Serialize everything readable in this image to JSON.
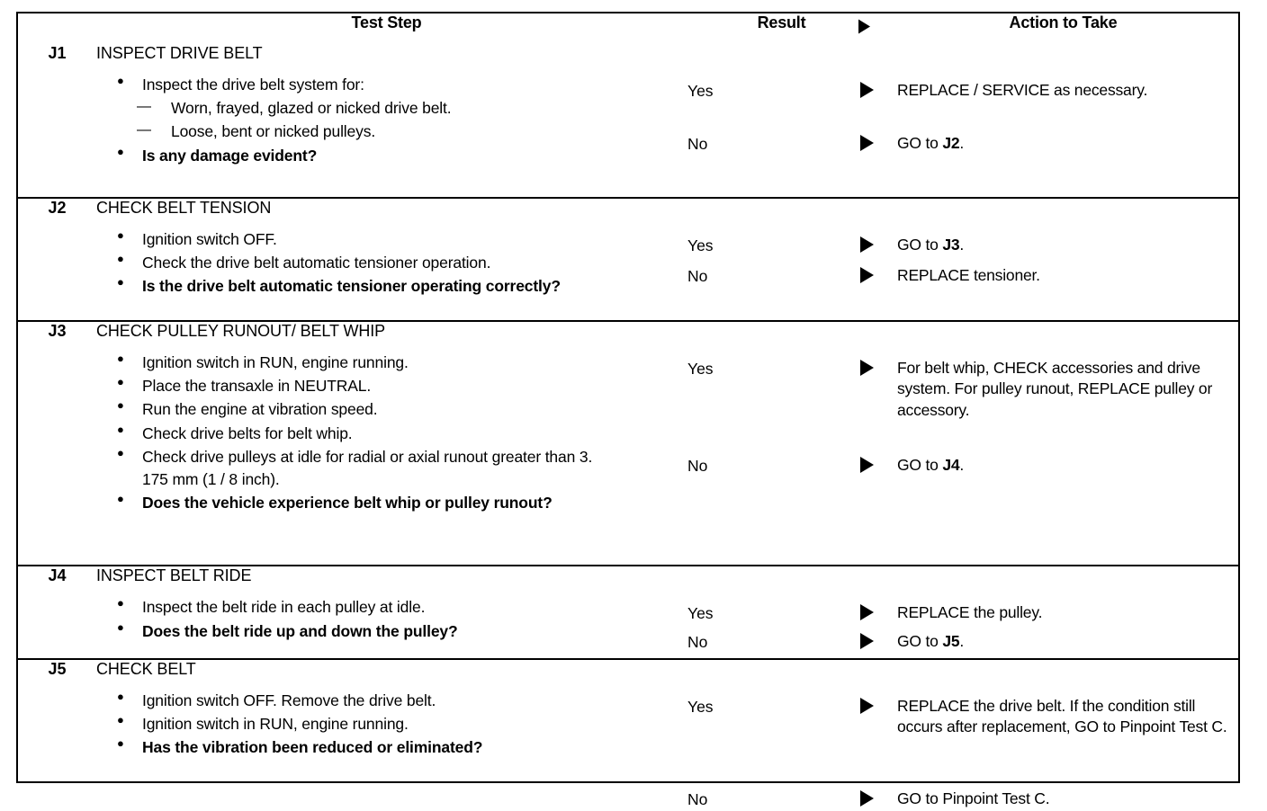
{
  "table": {
    "headers": {
      "test_step": "Test Step",
      "result": "Result",
      "action": "Action to Take",
      "result_arrow_icon": "right-triangle-icon"
    },
    "sections": [
      {
        "id": "J1",
        "title": "INSPECT DRIVE BELT",
        "bullets": [
          {
            "text": "Inspect the drive belt system for:",
            "style": "normal",
            "marker": "bullet"
          },
          {
            "text": "Worn, frayed, glazed or nicked drive belt.",
            "style": "normal",
            "marker": "dash"
          },
          {
            "text": "Loose, bent or nicked pulleys.",
            "style": "normal",
            "marker": "dash"
          },
          {
            "text": "Is any damage evident?",
            "style": "bold",
            "marker": "bullet"
          }
        ],
        "outcomes": [
          {
            "result": "Yes",
            "action": "REPLACE / SERVICE as necessary.",
            "action_bold_tail": ""
          },
          {
            "result": "No",
            "action_prefix": "GO to ",
            "action_bold": "J2",
            "action_suffix": "."
          }
        ]
      },
      {
        "id": "J2",
        "title": "CHECK BELT TENSION",
        "bullets": [
          {
            "text": "Ignition switch OFF.",
            "style": "normal",
            "marker": "bullet"
          },
          {
            "text": "Check the drive belt automatic tensioner operation.",
            "style": "normal",
            "marker": "bullet"
          },
          {
            "text": "Is the drive belt automatic tensioner operating correctly?",
            "style": "bold",
            "marker": "bullet"
          }
        ],
        "outcomes": [
          {
            "result": "Yes",
            "action_prefix": "GO to ",
            "action_bold": "J3",
            "action_suffix": "."
          },
          {
            "result": "No",
            "action": "REPLACE tensioner."
          }
        ]
      },
      {
        "id": "J3",
        "title": "CHECK PULLEY RUNOUT/ BELT WHIP",
        "bullets": [
          {
            "text": "Ignition switch in RUN, engine running.",
            "style": "normal",
            "marker": "bullet"
          },
          {
            "text": "Place the transaxle in NEUTRAL.",
            "style": "normal",
            "marker": "bullet"
          },
          {
            "text": "Run the engine at vibration speed.",
            "style": "normal",
            "marker": "bullet"
          },
          {
            "text": "Check drive belts for belt whip.",
            "style": "normal",
            "marker": "bullet"
          },
          {
            "text": "Check drive pulleys at idle for radial or axial runout greater than 3. 175 mm (1 / 8 inch).",
            "style": "normal",
            "marker": "bullet"
          },
          {
            "text": "Does the vehicle experience belt whip or pulley runout?",
            "style": "bold",
            "marker": "bullet"
          }
        ],
        "outcomes": [
          {
            "result": "Yes",
            "action": "For belt whip, CHECK accessories and drive system. For pulley runout, REPLACE pulley or accessory."
          },
          {
            "result": "No",
            "action_prefix": "GO to ",
            "action_bold": "J4",
            "action_suffix": "."
          }
        ]
      },
      {
        "id": "J4",
        "title": "INSPECT BELT RIDE",
        "bullets": [
          {
            "text": "Inspect the belt ride in each pulley at idle.",
            "style": "normal",
            "marker": "bullet"
          },
          {
            "text": "Does the belt ride up and down the pulley?",
            "style": "bold",
            "marker": "bullet"
          }
        ],
        "outcomes": [
          {
            "result": "Yes",
            "action": "REPLACE the pulley."
          },
          {
            "result": "No",
            "action_prefix": "GO to ",
            "action_bold": "J5",
            "action_suffix": "."
          }
        ]
      },
      {
        "id": "J5",
        "title": "CHECK BELT",
        "bullets": [
          {
            "text": "Ignition switch OFF. Remove the drive belt.",
            "style": "normal",
            "marker": "bullet"
          },
          {
            "text": "Ignition switch in RUN, engine running.",
            "style": "normal",
            "marker": "bullet"
          },
          {
            "text": "Has the vibration been reduced or eliminated?",
            "style": "bold",
            "marker": "bullet"
          }
        ],
        "outcomes": [
          {
            "result": "Yes",
            "action": "REPLACE the drive belt. If the condition still occurs after replacement, GO to Pinpoint Test C."
          },
          {
            "result": "No",
            "action": "GO to Pinpoint Test C."
          }
        ]
      }
    ]
  },
  "colors": {
    "border": "#000000",
    "text": "#000000",
    "background": "#ffffff"
  }
}
